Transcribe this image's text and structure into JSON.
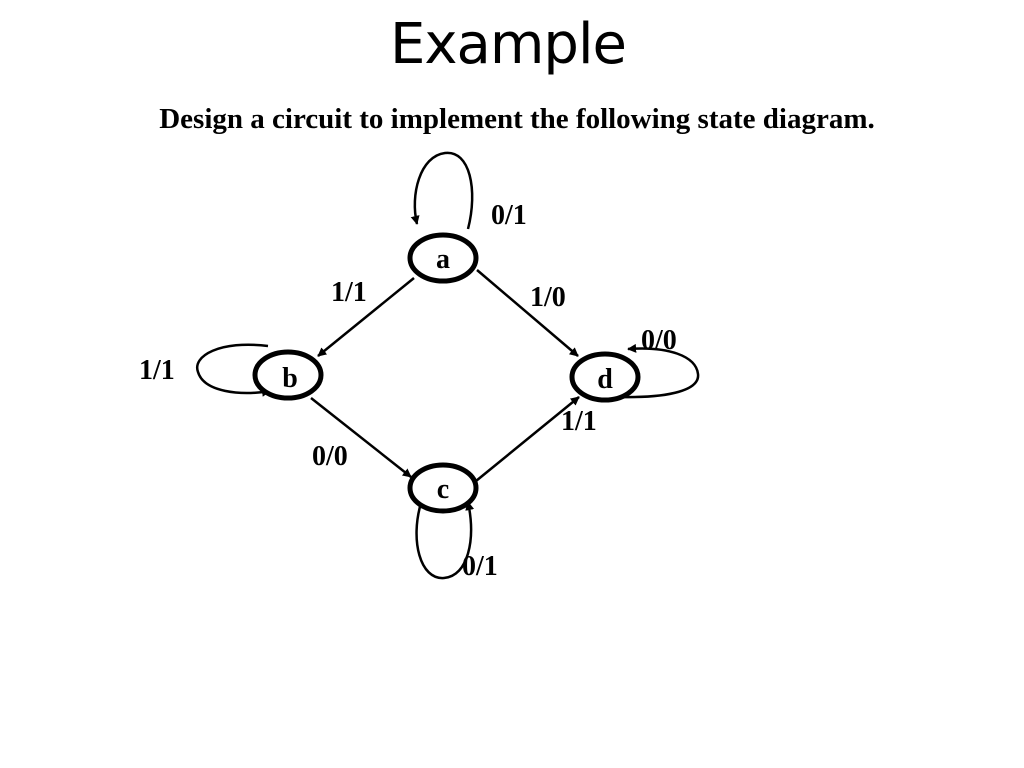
{
  "slide": {
    "title": "Example",
    "subtitle": "Design a circuit to implement the following state diagram."
  },
  "diagram": {
    "states": [
      {
        "id": "a",
        "label": "a"
      },
      {
        "id": "b",
        "label": "b"
      },
      {
        "id": "c",
        "label": "c"
      },
      {
        "id": "d",
        "label": "d"
      }
    ],
    "transitions": [
      {
        "from": "a",
        "to": "a",
        "label": "0/1"
      },
      {
        "from": "a",
        "to": "b",
        "label": "1/1"
      },
      {
        "from": "a",
        "to": "d",
        "label": "1/0"
      },
      {
        "from": "b",
        "to": "b",
        "label": "1/1"
      },
      {
        "from": "b",
        "to": "c",
        "label": "0/0"
      },
      {
        "from": "c",
        "to": "c",
        "label": "0/1"
      },
      {
        "from": "c",
        "to": "d",
        "label": "1/1"
      },
      {
        "from": "d",
        "to": "d",
        "label": "0/0"
      }
    ]
  }
}
